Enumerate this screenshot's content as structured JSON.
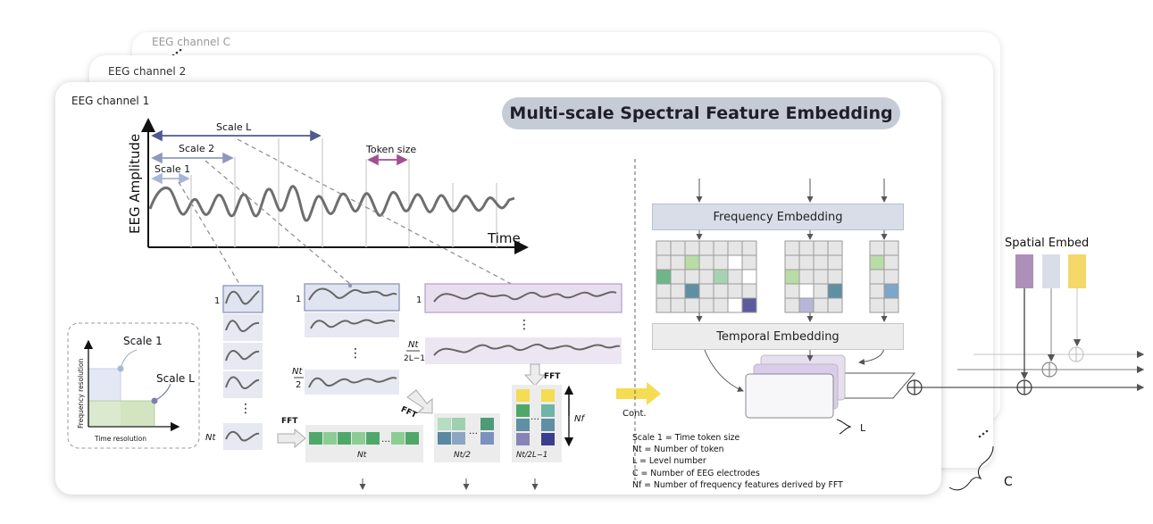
{
  "title": "Multi-scale Spectral Feature Embedding",
  "channels": [
    "EEG channel C",
    "EEG channel 2",
    "EEG channel 1"
  ],
  "waveform_axes": {
    "y": "EEG Amplitude",
    "x": "Time"
  },
  "scales": {
    "scale_1": "Scale 1",
    "scale_2": "Scale 2",
    "scale_l": "Scale L",
    "token_size": "Token size"
  },
  "columns": {
    "col1": {
      "top_index": "1",
      "bottom_index": "Nt",
      "vdots": "⋮"
    },
    "col2": {
      "top_index": "1",
      "bottom_num": "Nt",
      "bottom_den": "2",
      "vdots": "⋮"
    },
    "col3": {
      "top_index": "1",
      "bottom_num": "Nt",
      "bottom_den": "2L−1",
      "vdots": "⋮"
    }
  },
  "fft_label": "FFT",
  "feature_labels": {
    "f1": "Nt",
    "f2": "Nt/2",
    "f3": "Nt/2L−1",
    "nf": "Nf",
    "ellipsis": "…"
  },
  "inset": {
    "y_axis": "Frequency resolution",
    "x_axis": "Time resolution",
    "scale_1": "Scale 1",
    "scale_l": "Scale L"
  },
  "cont_label": "Cont.",
  "embeddings": {
    "frequency": "Frequency Embedding",
    "temporal": "Temporal Embedding",
    "spatial": "Spatial Embed"
  },
  "stack_label": "L",
  "channel_count_label": "C",
  "legend": [
    "Scale 1 = Time token size",
    "Nt = Number of token",
    "L = Level number",
    "C = Number of EEG electrodes",
    "Nf = Number of frequency features derived by FFT"
  ],
  "colors": {
    "scale1": "#a7b6d6",
    "scale2": "#8f98bd",
    "scaleL": "#4f5b8c",
    "token": "#a0508f",
    "wave": "#707070",
    "green": "#4fa86a",
    "teal": "#5f9a97",
    "yellow": "#f4dc53",
    "navy": "#3a3e8e",
    "pill": "#c6ccd6",
    "purple_bar": "#e7dff0",
    "blue_bar": "#dfe4f0"
  }
}
